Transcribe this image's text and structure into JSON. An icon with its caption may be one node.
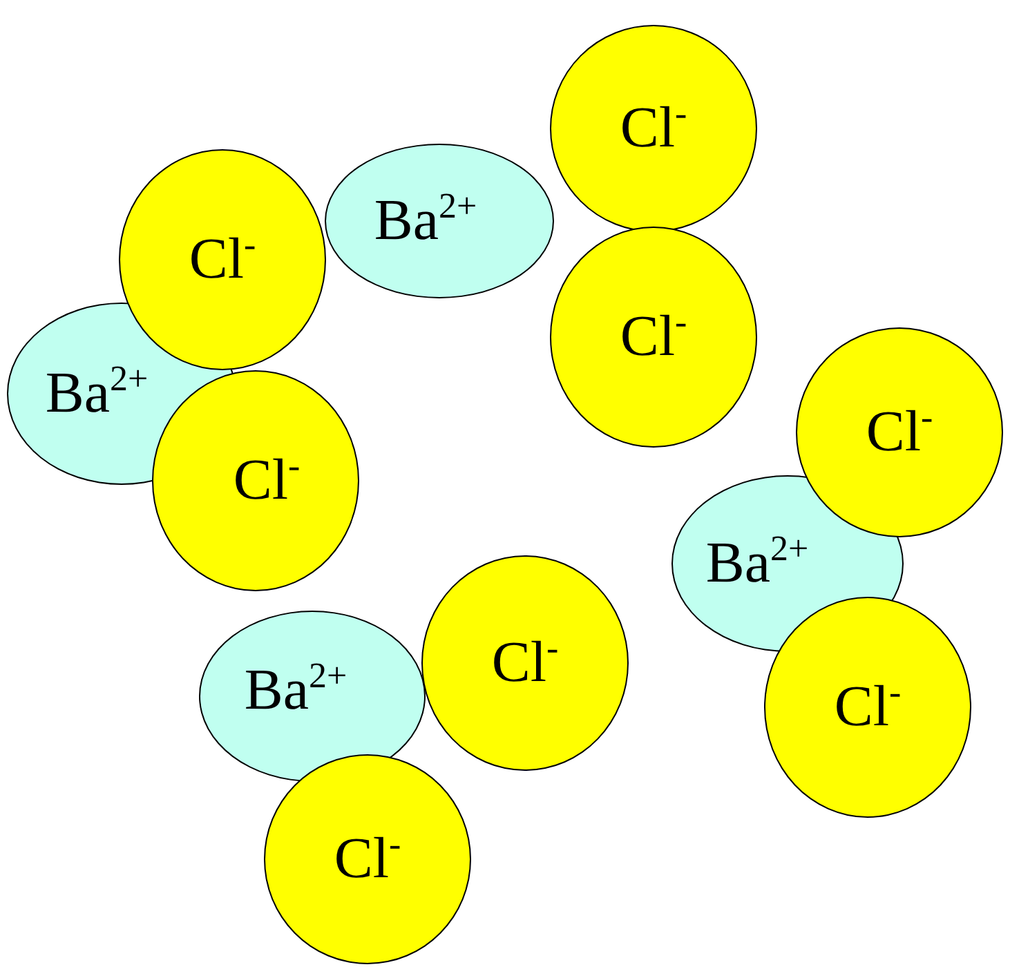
{
  "diagram": {
    "nodes": [
      {
        "text": [
          "Cl$^{-}$"
        ]
      },
      {
        "text": [
          "Ba$^{2+}$"
        ]
      },
      {
        "text": [
          "Cl$^{-}$"
        ]
      },
      {
        "text": [
          "Cl$^{-}$"
        ]
      },
      {
        "text": [
          "Ba$^{2+}$"
        ]
      },
      {
        "text": [
          "Cl$^{-}$"
        ]
      },
      {
        "text": [
          "Cl$^{-}$"
        ]
      },
      {
        "text": [
          "Ba$^{2+}$"
        ]
      },
      {
        "text": [
          "Cl$^{-}$"
        ]
      },
      {
        "text": [
          "Ba$^{2+}$"
        ]
      },
      {
        "text": [
          "Cl$^{-}$"
        ]
      },
      {
        "text": [
          "Cl$^{-}$"
        ]
      }
    ]
  }
}
